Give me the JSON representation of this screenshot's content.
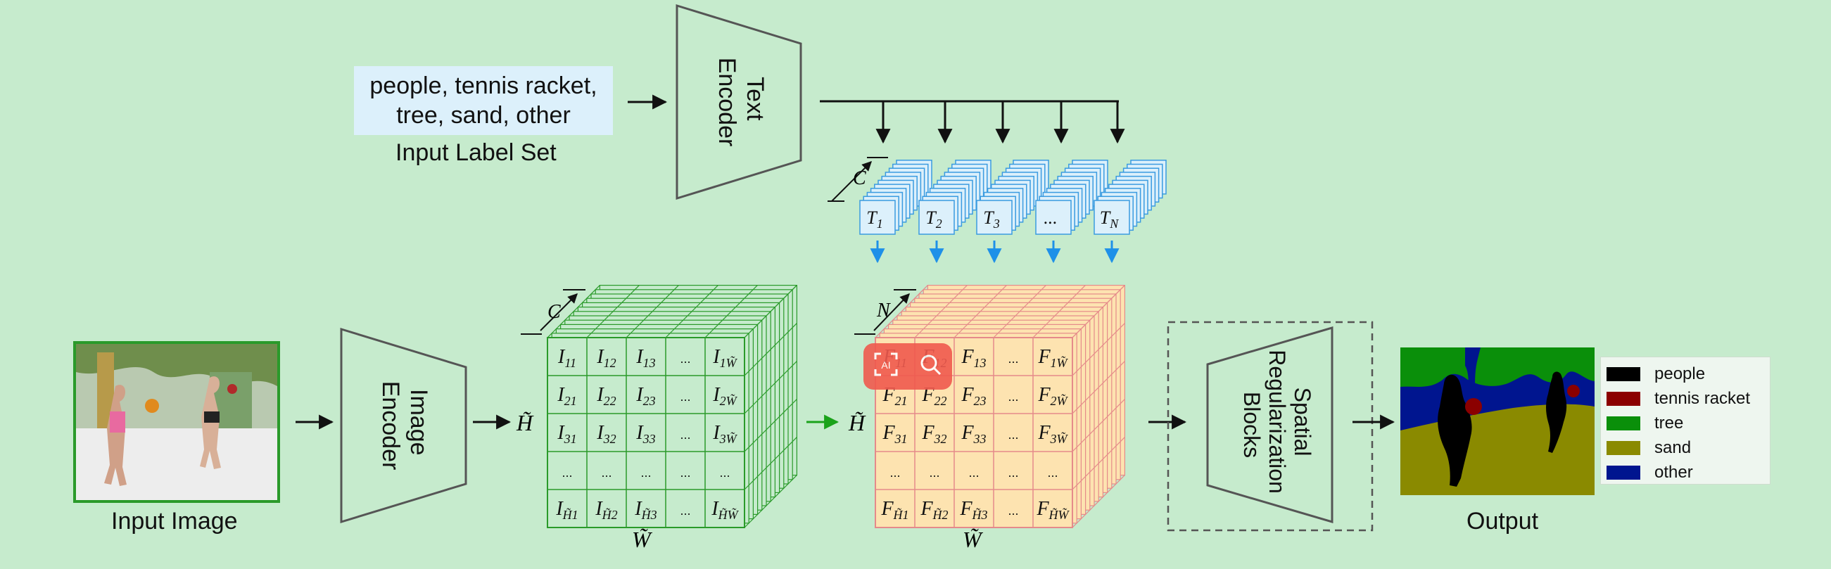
{
  "input_label_set": {
    "lines": [
      "people, tennis racket,",
      "tree, sand, other"
    ],
    "caption": "Input Label Set"
  },
  "text_encoder": {
    "label_line1": "Text",
    "label_line2": "Encoder"
  },
  "image_encoder": {
    "label_line1": "Image",
    "label_line2": "Encoder"
  },
  "spatial_blocks": {
    "line1": "Spatial",
    "line2": "Regularization",
    "line3": "Blocks"
  },
  "captions": {
    "input_image": "Input Image",
    "output": "Output"
  },
  "text_tokens": [
    {
      "base": "T",
      "sub": "1"
    },
    {
      "base": "T",
      "sub": "2"
    },
    {
      "base": "T",
      "sub": "3"
    },
    {
      "base": "...",
      "sub": ""
    },
    {
      "base": "T",
      "sub": "N"
    }
  ],
  "dims": {
    "c": "C",
    "n": "N",
    "h": "H̃",
    "w": "W̃"
  },
  "image_grid": {
    "letter": "I",
    "rows": [
      [
        "11",
        "12",
        "13",
        "...",
        "1W̃"
      ],
      [
        "21",
        "22",
        "23",
        "...",
        "2W̃"
      ],
      [
        "31",
        "32",
        "33",
        "...",
        "3W̃"
      ],
      [
        "...",
        "...",
        "...",
        "...",
        "..."
      ],
      [
        "H̃1",
        "H̃2",
        "H̃3",
        "...",
        "H̃W̃"
      ]
    ]
  },
  "feature_grid": {
    "letter": "F",
    "rows": [
      [
        "11",
        "12",
        "13",
        "...",
        "1W̃"
      ],
      [
        "21",
        "22",
        "23",
        "...",
        "2W̃"
      ],
      [
        "31",
        "32",
        "33",
        "...",
        "3W̃"
      ],
      [
        "...",
        "...",
        "...",
        "...",
        "..."
      ],
      [
        "H̃1",
        "H̃2",
        "H̃3",
        "...",
        "H̃W̃"
      ]
    ]
  },
  "legend": [
    {
      "label": "people",
      "color": "#000000"
    },
    {
      "label": "tennis racket",
      "color": "#8b0000"
    },
    {
      "label": "tree",
      "color": "#0a8f0a"
    },
    {
      "label": "sand",
      "color": "#8a8a00"
    },
    {
      "label": "other",
      "color": "#00158f"
    }
  ],
  "colors": {
    "image_grid": "#2a9a2a",
    "feature_grid_fill": "#fde3b0",
    "feature_grid_line": "#e58a8a",
    "token_fill": "#dcf0fb",
    "token_line": "#3a9be0",
    "arrow_blue": "#1e90e8",
    "arrow_green": "#1aa31a"
  },
  "overlay_icons": [
    "ai-scan-icon",
    "search-icon"
  ]
}
